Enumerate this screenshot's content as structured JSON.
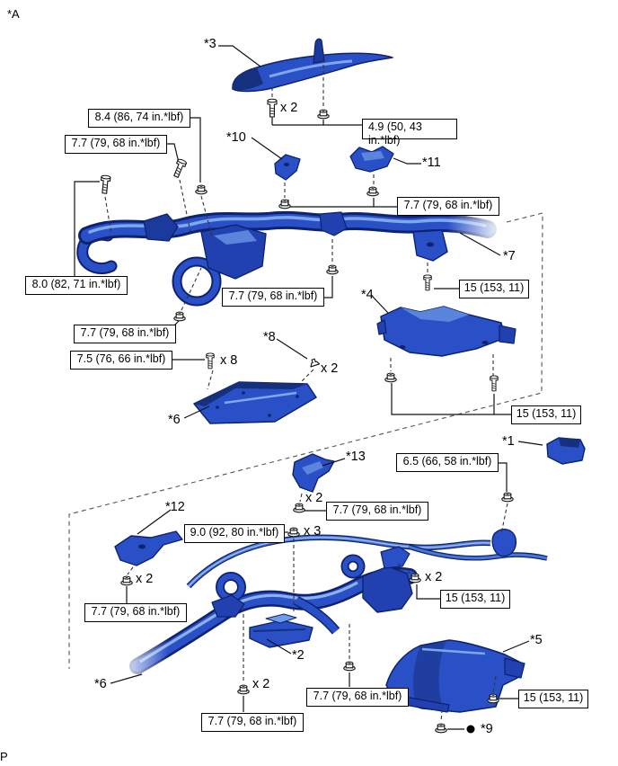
{
  "figure": {
    "view_label": "*A",
    "page_marker": "P"
  },
  "torque_specs": {
    "t8_4": "8.4 (86, 74 in.*lbf)",
    "t7_7": "7.7 (79, 68 in.*lbf)",
    "t4_9": "4.9 (50, 43 in.*lbf)",
    "t8_0": "8.0 (82, 71 in.*lbf)",
    "t7_5": "7.5 (76, 66 in.*lbf)",
    "t15": "15 (153, 11)",
    "t6_5": "6.5 (66, 58 in.*lbf)",
    "t9_0": "9.0 (92, 80 in.*lbf)"
  },
  "part_callouts": {
    "p1": "*1",
    "p2": "*2",
    "p3": "*3",
    "p4": "*4",
    "p5": "*5",
    "p6": "*6",
    "p7": "*7",
    "p8": "*8",
    "p9": "*9",
    "p10": "*10",
    "p11": "*11",
    "p12": "*12",
    "p13": "*13"
  },
  "quantity_labels": {
    "x2": "x 2",
    "x3": "x 3",
    "x8": "x 8"
  },
  "icons": {
    "bolt": "bolt-icon",
    "nut": "flange-nut-icon",
    "clip": "clip-icon",
    "non_reusable_dot": "●"
  },
  "colors": {
    "part_blue": "#2a50c8",
    "part_blue_dark": "#142b7d",
    "part_blue_light": "#7fa7ec",
    "line_black": "#111111"
  }
}
